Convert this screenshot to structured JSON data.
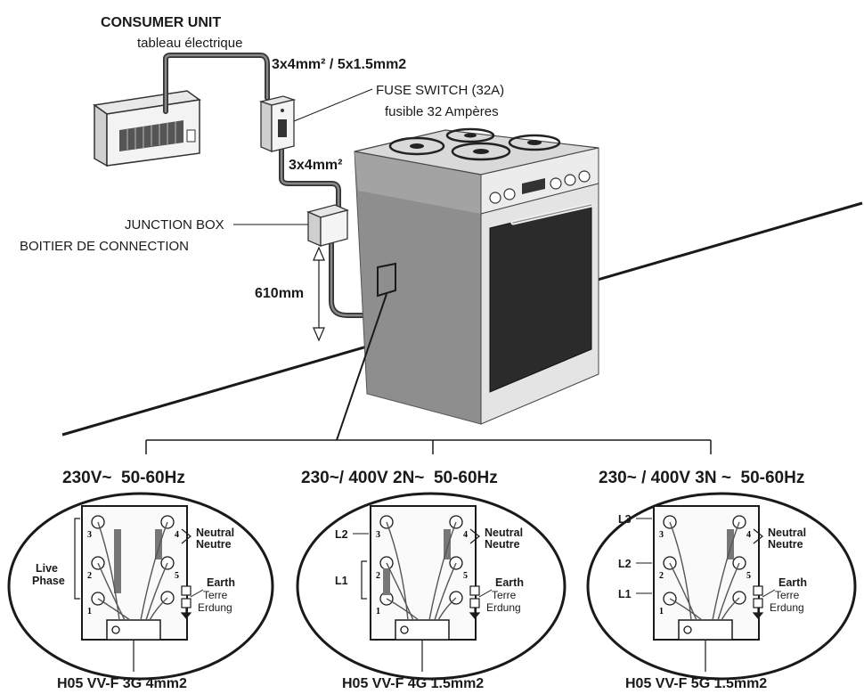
{
  "installation": {
    "consumer_unit": "CONSUMER UNIT",
    "consumer_unit_fr": "tableau électrique",
    "supply_cable": "3x4mm² / 5x1.5mm2",
    "fuse_switch": "FUSE SWITCH (32A)",
    "fuse_switch_fr": "fusible 32 Ampères",
    "fuse_to_box_cable": "3x4mm²",
    "junction_box": "JUNCTION BOX",
    "junction_box_fr": "BOITIER DE CONNECTION",
    "height": "610mm"
  },
  "panels": [
    {
      "supply": "230V~  50-60Hz",
      "side_label": [
        "Live",
        "Phase"
      ],
      "neutral": [
        "Neutral",
        "Neutre"
      ],
      "earth": [
        "Earth",
        "Terre",
        "Erdung"
      ],
      "terminals": [
        "3",
        "2",
        "1",
        "4",
        "5"
      ],
      "cable": "H05 VV-F 3G 4mm2"
    },
    {
      "supply": "230~/ 400V 2N~  50-60Hz",
      "phase_labels": [
        "L2",
        "L1"
      ],
      "neutral": [
        "Neutral",
        "Neutre"
      ],
      "earth": [
        "Earth",
        "Terre",
        "Erdung"
      ],
      "terminals": [
        "3",
        "2",
        "1",
        "4",
        "5"
      ],
      "cable": "H05 VV-F 4G 1.5mm2"
    },
    {
      "supply": "230~ / 400V 3N ~  50-60Hz",
      "phase_labels": [
        "L3",
        "L2",
        "L1"
      ],
      "neutral": [
        "Neutral",
        "Neutre"
      ],
      "earth": [
        "Earth",
        "Terre",
        "Erdung"
      ],
      "terminals": [
        "3",
        "2",
        "1",
        "4",
        "5"
      ],
      "cable": "H05 VV-F 5G 1.5mm2"
    }
  ]
}
